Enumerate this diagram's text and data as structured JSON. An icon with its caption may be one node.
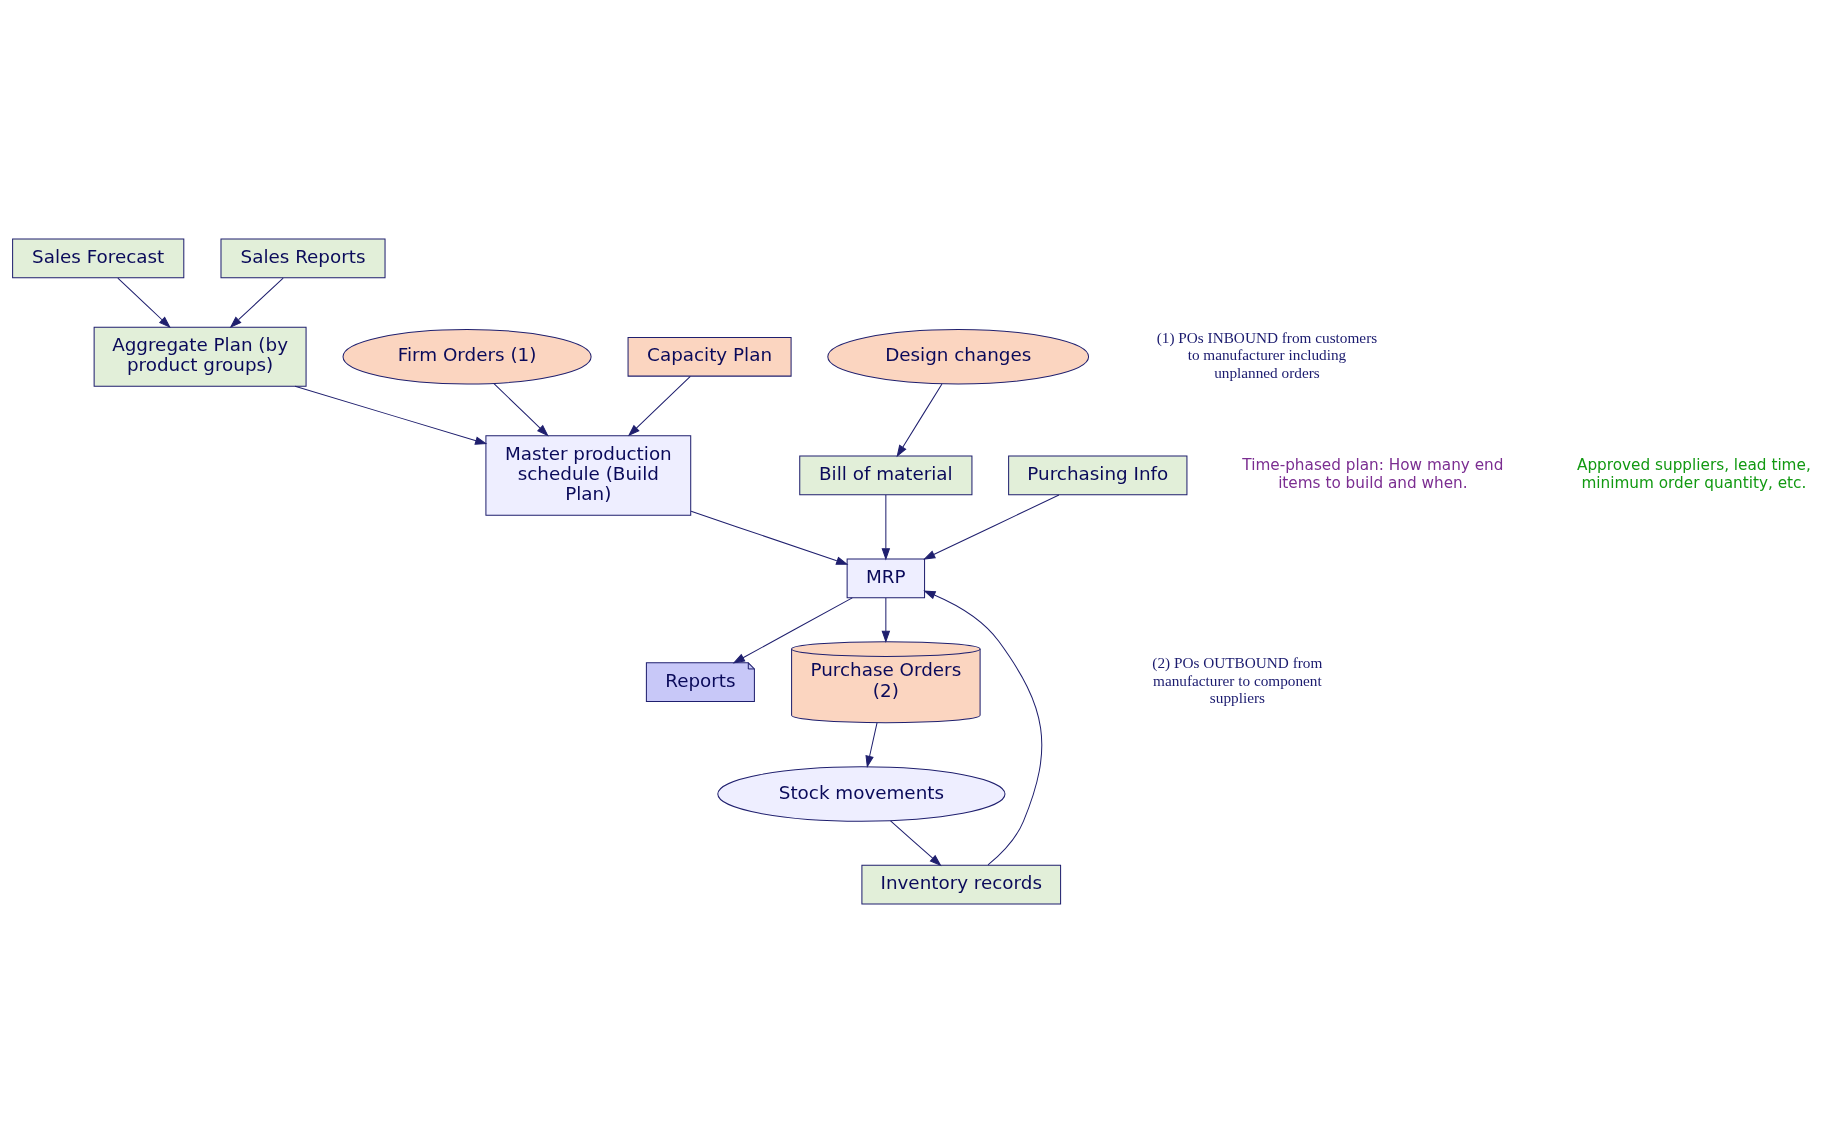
{
  "diagram": {
    "nodes": [
      {
        "text": [
          "Sales Forecast"
        ]
      },
      {
        "text": [
          "Aggregate Plan (by product groups)"
        ]
      },
      {
        "text": [
          "Sales Reports"
        ]
      },
      {
        "text": [
          "Firm Orders (1)"
        ]
      },
      {
        "text": [
          "Capacity Plan"
        ]
      },
      {
        "text": [
          "Master production schedule (Build Plan)"
        ]
      },
      {
        "text": [
          "Design changes"
        ]
      },
      {
        "text": [
          "Bill of material"
        ]
      },
      {
        "text": [
          "Purchasing Info"
        ]
      },
      {
        "text": [
          "MRP"
        ]
      },
      {
        "text": [
          "Inventory records"
        ]
      },
      {
        "text": [
          "Reports"
        ]
      },
      {
        "text": [
          "Purchase Orders (2)"
        ]
      },
      {
        "text": [
          "Stock movements"
        ]
      }
    ],
    "edges": [
      {
        "from": 0,
        "to": 1,
        "arrow": "to"
      },
      {
        "from": 2,
        "to": 1,
        "arrow": "to"
      },
      {
        "from": 1,
        "to": 5,
        "arrow": "to"
      },
      {
        "from": 3,
        "to": 5,
        "arrow": "to"
      },
      {
        "from": 4,
        "to": 5,
        "arrow": "to"
      },
      {
        "from": 6,
        "to": 7,
        "arrow": "to"
      },
      {
        "from": 7,
        "to": 9,
        "arrow": "to"
      },
      {
        "from": 5,
        "to": 9,
        "arrow": "to"
      },
      {
        "from": 8,
        "to": 9,
        "arrow": "to"
      },
      {
        "from": 10,
        "to": 9,
        "arrow": "to"
      },
      {
        "from": 9,
        "to": 11,
        "arrow": "to"
      },
      {
        "from": 9,
        "to": 12,
        "arrow": "to"
      },
      {
        "from": 12,
        "to": 13,
        "arrow": "to"
      },
      {
        "from": 13,
        "to": 10,
        "arrow": "to"
      }
    ],
    "labels": [
      "(1) POs INBOUND from customers to manufacturer including unplanned orders",
      "Time-phased plan: How many end items to build and when.",
      "Approved suppliers, lead time, minimum order quantity, etc.",
      "(2) POs OUTBOUND from manufacturer to component suppliers"
    ]
  }
}
